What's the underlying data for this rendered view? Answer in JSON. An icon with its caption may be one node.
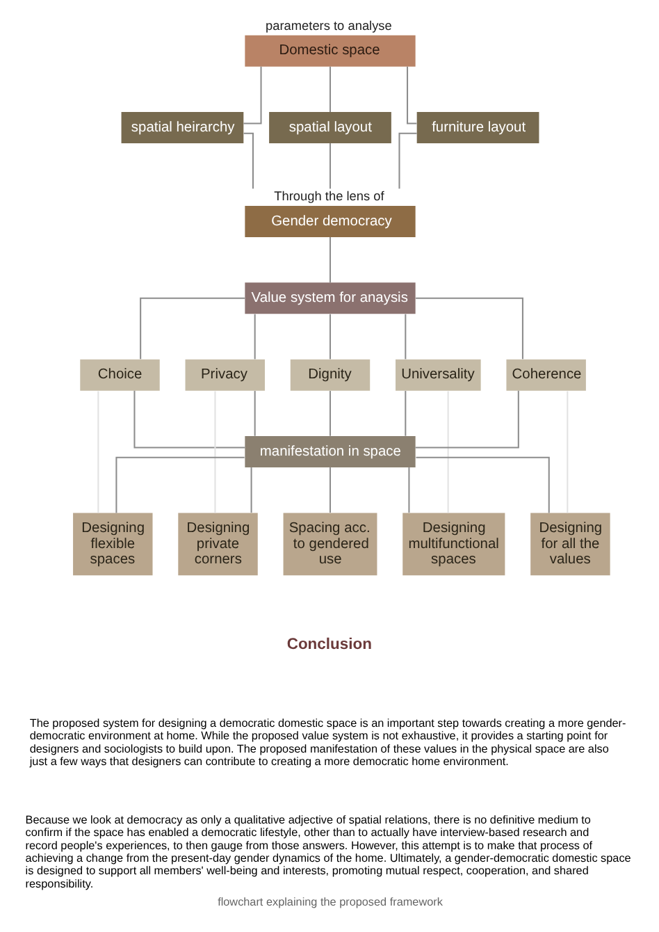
{
  "diagram": {
    "caption": "flowchart explaining the proposed framework",
    "nodes": [
      {
        "text": [
          "Domestic space"
        ],
        "beside": [
          "parameters to analyse"
        ]
      },
      {
        "text": [
          "spatial heirarchy"
        ]
      },
      {
        "text": [
          "spatial layout"
        ]
      },
      {
        "text": [
          "furniture layout"
        ]
      },
      {
        "text": [
          "Gender democracy"
        ],
        "beside": [
          "Through the lens of"
        ]
      },
      {
        "text": [
          "Value system for anaysis"
        ]
      },
      {
        "text": [
          "Choice"
        ]
      },
      {
        "text": [
          "Privacy"
        ]
      },
      {
        "text": [
          "Dignity"
        ]
      },
      {
        "text": [
          "Universality"
        ]
      },
      {
        "text": [
          "Coherence"
        ]
      },
      {
        "text": [
          "manifestation in space"
        ]
      },
      {
        "text": [
          "Designing flexible spaces"
        ]
      },
      {
        "text": [
          "Designing private corners"
        ]
      },
      {
        "text": [
          "Spacing acc. to gendered use"
        ]
      },
      {
        "text": [
          "Designing multifunctional spaces"
        ]
      },
      {
        "text": [
          "Designing for all the values"
        ]
      }
    ],
    "edges": [
      {
        "from": 0,
        "to": 1,
        "arrow": "none"
      },
      {
        "from": 0,
        "to": 2,
        "arrow": "none"
      },
      {
        "from": 0,
        "to": 3,
        "arrow": "none"
      },
      {
        "from": 1,
        "to": 4,
        "arrow": "none"
      },
      {
        "from": 2,
        "to": 4,
        "arrow": "none"
      },
      {
        "from": 3,
        "to": 4,
        "arrow": "none"
      },
      {
        "from": 4,
        "to": 5,
        "arrow": "none"
      },
      {
        "from": 5,
        "to": 6,
        "arrow": "none"
      },
      {
        "from": 5,
        "to": 7,
        "arrow": "none"
      },
      {
        "from": 5,
        "to": 8,
        "arrow": "none"
      },
      {
        "from": 5,
        "to": 9,
        "arrow": "none"
      },
      {
        "from": 5,
        "to": 10,
        "arrow": "none"
      },
      {
        "from": 6,
        "to": 11,
        "arrow": "none"
      },
      {
        "from": 7,
        "to": 11,
        "arrow": "none"
      },
      {
        "from": 8,
        "to": 11,
        "arrow": "none"
      },
      {
        "from": 9,
        "to": 11,
        "arrow": "none"
      },
      {
        "from": 10,
        "to": 11,
        "arrow": "none"
      },
      {
        "from": 11,
        "to": 12,
        "arrow": "none"
      },
      {
        "from": 11,
        "to": 13,
        "arrow": "none"
      },
      {
        "from": 11,
        "to": 14,
        "arrow": "none"
      },
      {
        "from": 11,
        "to": 15,
        "arrow": "none"
      },
      {
        "from": 11,
        "to": 16,
        "arrow": "none"
      },
      {
        "from": 6,
        "to": 12,
        "arrow": "none",
        "color": "#e2e2e2"
      },
      {
        "from": 7,
        "to": 13,
        "arrow": "none",
        "color": "#e2e2e2"
      },
      {
        "from": 9,
        "to": 15,
        "arrow": "none",
        "color": "#e2e2e2"
      },
      {
        "from": 10,
        "to": 16,
        "arrow": "none",
        "color": "#e2e2e2"
      }
    ],
    "labels": [
      "Conclusion",
      "The proposed system for designing a democratic domestic space is an important step towards creating a more gender-democratic environment at home. While the proposed value system is not exhaustive, it provides a starting point for designers and sociologists to build upon. The proposed manifestation of these values in the physical space are also just a few ways that designers can contribute to creating a more democratic home environment.",
      "Because we look at democracy as only a qualitative adjective of spatial relations, there is no definitive medium to confirm if the space has enabled a democratic lifestyle, other than to actually have interview-based research and record people's experiences, to then gauge from those answers. However, this attempt is to make that process of achieving a change from the present-day gender dynamics of the home. Ultimately, a gender-democratic domestic space is designed to support all members' well-being and interests, promoting mutual respect, cooperation, and shared responsibility."
    ]
  }
}
